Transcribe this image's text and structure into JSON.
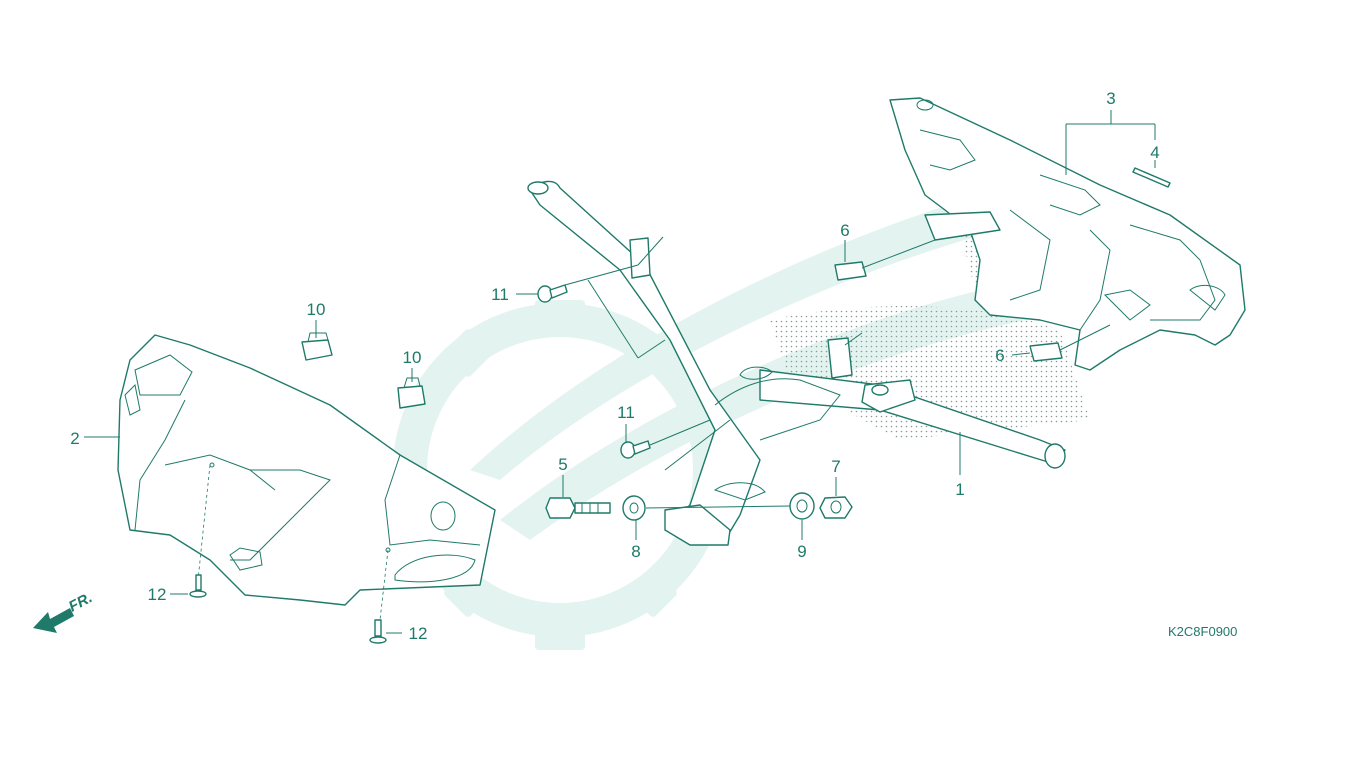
{
  "diagram": {
    "code": "K2C8F0900",
    "direction_label": "FR.",
    "colors": {
      "line": "#1f7a6a",
      "watermark": "#e3f3ef",
      "background": "#ffffff"
    },
    "callouts": [
      {
        "id": "c1",
        "label": "1"
      },
      {
        "id": "c2",
        "label": "2"
      },
      {
        "id": "c3",
        "label": "3"
      },
      {
        "id": "c4",
        "label": "4"
      },
      {
        "id": "c5",
        "label": "5"
      },
      {
        "id": "c6a",
        "label": "6"
      },
      {
        "id": "c6b",
        "label": "6"
      },
      {
        "id": "c7",
        "label": "7"
      },
      {
        "id": "c8",
        "label": "8"
      },
      {
        "id": "c9",
        "label": "9"
      },
      {
        "id": "c10a",
        "label": "10"
      },
      {
        "id": "c10b",
        "label": "10"
      },
      {
        "id": "c11a",
        "label": "11"
      },
      {
        "id": "c11b",
        "label": "11"
      },
      {
        "id": "c12a",
        "label": "12"
      },
      {
        "id": "c12b",
        "label": "12"
      }
    ]
  }
}
